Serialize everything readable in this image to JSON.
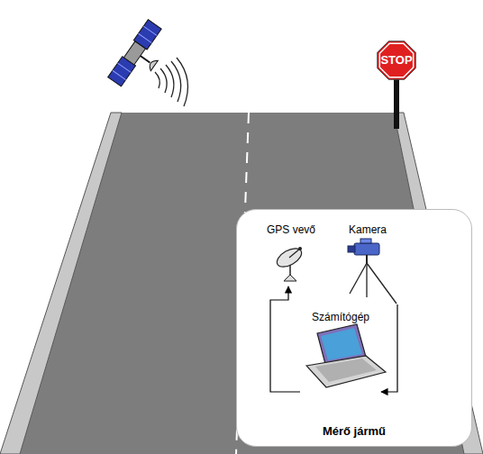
{
  "diagram": {
    "nodes": [
      {
        "text": [
          "STOP"
        ]
      },
      {
        "text": [
          "Mérő jármű"
        ]
      },
      {
        "text": [
          "GPS vevő"
        ],
        "in": 1
      },
      {
        "text": [
          "Kamera"
        ],
        "in": 1
      },
      {
        "text": [
          "Számítógép"
        ],
        "in": 1
      }
    ],
    "edges": [
      {
        "from": 4,
        "to": 2,
        "arrow": "to"
      },
      {
        "from": 3,
        "to": 4,
        "arrow": "to"
      }
    ]
  }
}
